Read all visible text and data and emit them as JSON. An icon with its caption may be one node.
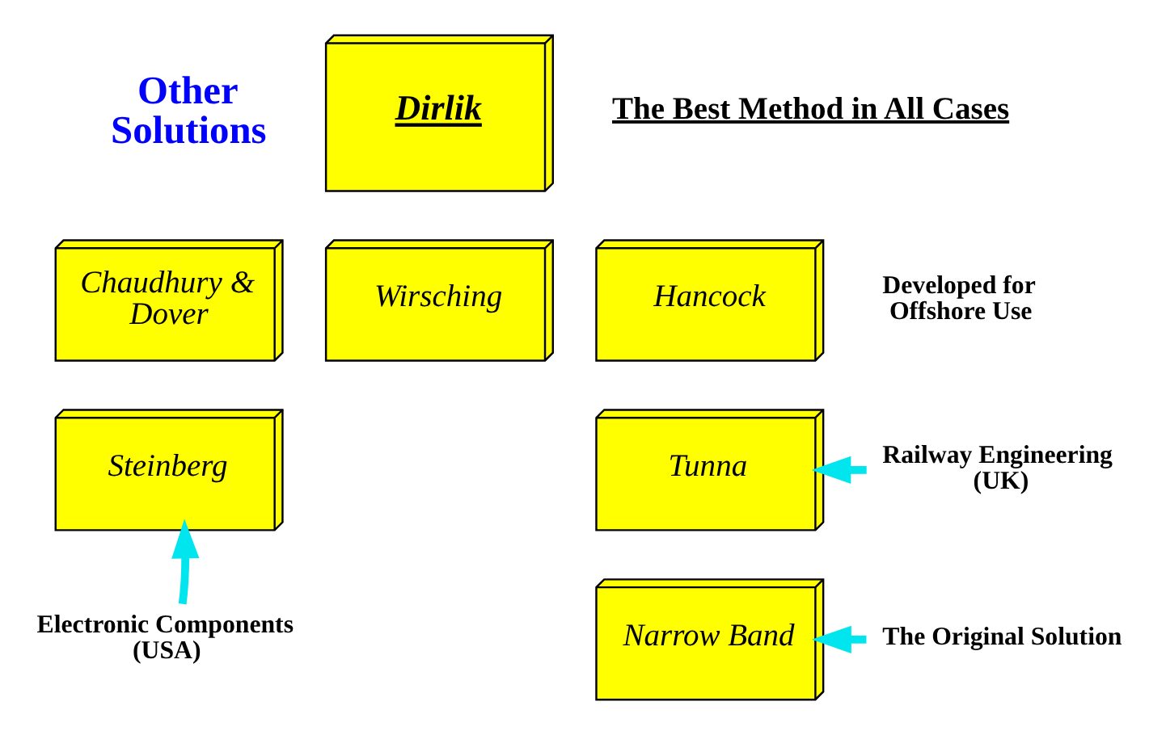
{
  "diagram": {
    "nodes": [
      {
        "text": [
          "Dirlik"
        ]
      },
      {
        "text": [
          "Chaudhury & Dover"
        ]
      },
      {
        "text": [
          "Wirsching"
        ]
      },
      {
        "text": [
          "Hancock"
        ]
      },
      {
        "text": [
          "Steinberg"
        ]
      },
      {
        "text": [
          "Tunna"
        ]
      },
      {
        "text": [
          "Railway Engineering (UK)"
        ]
      },
      {
        "text": [
          "Electronic Components (USA)"
        ]
      },
      {
        "text": [
          "Narrow Band"
        ]
      },
      {
        "text": [
          "The Original Solution"
        ]
      }
    ],
    "edges": [
      {
        "from": 7,
        "to": 4,
        "arrow": "to"
      },
      {
        "from": 6,
        "to": 5,
        "arrow": "to"
      },
      {
        "from": 9,
        "to": 8,
        "arrow": "to"
      }
    ],
    "labels": [
      "Other Solutions",
      "The Best Method in All Cases",
      "Developed for Offshore Use"
    ]
  }
}
